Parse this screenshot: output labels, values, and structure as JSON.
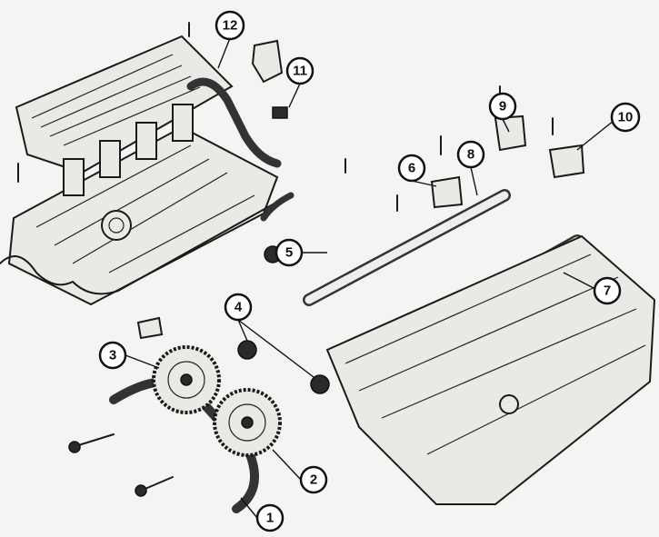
{
  "diagram": {
    "title": "Exploded view of cylinder head, camshafts and timing belt",
    "callouts": [
      {
        "number": "1"
      },
      {
        "number": "2"
      },
      {
        "number": "3"
      },
      {
        "number": "4"
      },
      {
        "number": "5"
      },
      {
        "number": "6"
      },
      {
        "number": "7"
      },
      {
        "number": "8"
      },
      {
        "number": "9"
      },
      {
        "number": "10"
      },
      {
        "number": "11"
      },
      {
        "number": "12"
      }
    ]
  }
}
